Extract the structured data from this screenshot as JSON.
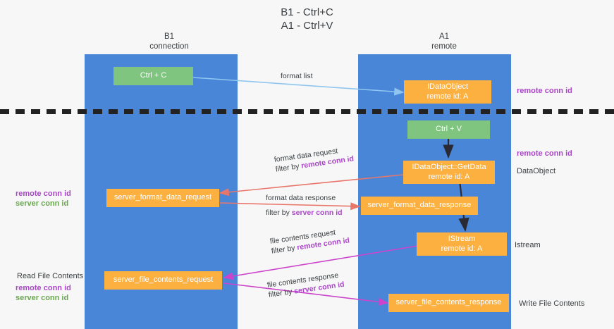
{
  "title": {
    "line1": "B1 - Ctrl+C",
    "line2": "A1 - Ctrl+V"
  },
  "columns": {
    "left": {
      "name": "B1",
      "role": "connection"
    },
    "right": {
      "name": "A1",
      "role": "remote"
    }
  },
  "colors": {
    "lane": "#4a86d8",
    "green_box": "#7fc47f",
    "orange_box": "#fcb040",
    "remote_conn_id": "#aa46c8",
    "server_conn_id": "#6aa84f",
    "arrow_blue": "#8ec6ef",
    "arrow_red": "#e8766b",
    "arrow_magenta": "#cc44cc",
    "arrow_black": "#2a2a35",
    "background": "#f7f7f7"
  },
  "boxes": {
    "ctrl_c": {
      "line1": "Ctrl + C",
      "line2": ""
    },
    "idataobject": {
      "line1": "IDataObject",
      "line2": "remote id: A"
    },
    "ctrl_v": {
      "line1": "Ctrl + V",
      "line2": ""
    },
    "getdata": {
      "line1": "IDataObject::GetData",
      "line2": "remote id: A"
    },
    "server_format_data_request": {
      "line1": "server_format_data_request",
      "line2": ""
    },
    "server_format_data_response": {
      "line1": "server_format_data_response",
      "line2": ""
    },
    "istream": {
      "line1": "IStream",
      "line2": "remote id: A"
    },
    "server_file_contents_request": {
      "line1": "server_file_contents_request",
      "line2": ""
    },
    "server_file_contents_response": {
      "line1": "server_file_contents_response",
      "line2": ""
    }
  },
  "edge_labels": {
    "format_list": "format list",
    "format_data_request": {
      "line1": "format data request",
      "prefix": "filter by ",
      "emphasis": "remote conn id"
    },
    "format_data_response": {
      "line1": "format data response",
      "prefix": "filter by ",
      "emphasis": "server conn id"
    },
    "file_contents_request": {
      "line1": "file contents request",
      "prefix": "filter by ",
      "emphasis": "remote conn id"
    },
    "file_contents_response": {
      "line1": "file contents response",
      "prefix": "filter by ",
      "emphasis": "server conn id"
    }
  },
  "annotations": {
    "right_top_remote_conn_id": "remote conn id",
    "right_mid_remote_conn_id": "remote conn id",
    "dataobject": "DataObject",
    "istream": "Istream",
    "write_file_contents": "Write File Contents",
    "read_file_contents": "Read File Contents",
    "left_remote_conn_id": "remote conn id",
    "left_server_conn_id": "server conn id",
    "left2_remote_conn_id": "remote conn id",
    "left2_server_conn_id": "server conn id"
  }
}
